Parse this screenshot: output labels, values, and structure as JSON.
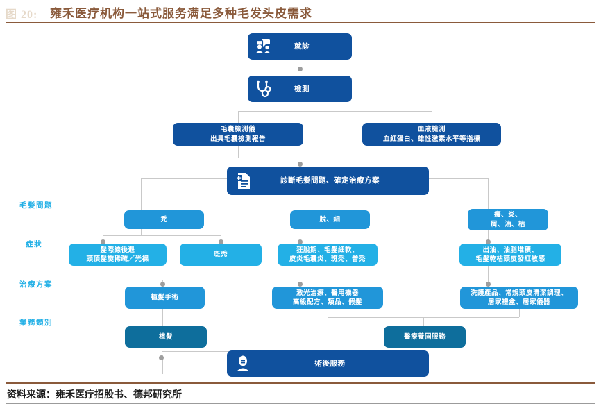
{
  "header": {
    "figure_number": "图 20:",
    "title": "雍禾医疗机构一站式服务满足多种毛发头皮需求"
  },
  "footer": {
    "source": "资料来源：雍禾医疗招股书、德邦研究所"
  },
  "colors": {
    "navy": "#10519e",
    "cyan": "#23b0e6",
    "blue": "#2196d9",
    "teal": "#0e6e9c",
    "accent_brown": "#8a5a3b",
    "line_gray": "#c9c9c9",
    "dot_gray": "#9e9e9e"
  },
  "row_labels": [
    {
      "id": "hair-problem",
      "label": "毛髮問題"
    },
    {
      "id": "symptom",
      "label": "症狀"
    },
    {
      "id": "treatment",
      "label": "治療方案"
    },
    {
      "id": "business",
      "label": "業務類別"
    }
  ],
  "nodes": {
    "visit": {
      "label": "就診",
      "icon": "consultation-icon"
    },
    "test": {
      "label": "檢測",
      "icon": "stethoscope-icon"
    },
    "follicle": {
      "line1": "毛囊檢測儀",
      "line2": "出具毛囊檢測報告"
    },
    "blood": {
      "line1": "血液檢測",
      "line2": "血紅蛋白、雄性激素水平等指標"
    },
    "diagnose": {
      "label": "診斷毛髮問題、確定治療方案",
      "icon": "document-plus-icon"
    },
    "problem_bald": {
      "label": "禿"
    },
    "problem_loss": {
      "label": "脫、細"
    },
    "problem_scalp": {
      "line1": "癢、炎、",
      "line2": "屑、油、枯"
    },
    "symptom_hairline": {
      "line1": "髮際線後退",
      "line2": "頭頂髮旋稀疏／光裸"
    },
    "symptom_alopecia": {
      "label": "斑禿"
    },
    "symptom_loss": {
      "line1": "狂脫期、毛髮細軟、",
      "line2": "皮炎毛囊炎、斑禿、普禿"
    },
    "symptom_scalp": {
      "line1": "出油、油脂堆積、",
      "line2": "毛髮乾枯頭皮發紅敏感"
    },
    "treat_transplant": {
      "label": "植髮手術"
    },
    "treat_medical": {
      "line1": "激光治療、醫用機器",
      "line2": "高級配方、類品、假髮"
    },
    "treat_care": {
      "line1": "洗護產品、常規頭皮清潔調理、",
      "line2": "居家禮盒、居家儀器"
    },
    "biz_transplant": {
      "label": "植髮"
    },
    "biz_service": {
      "label": "醫療養固服務"
    },
    "aftercare": {
      "label": "術後服務",
      "icon": "person-avatar-icon"
    }
  }
}
